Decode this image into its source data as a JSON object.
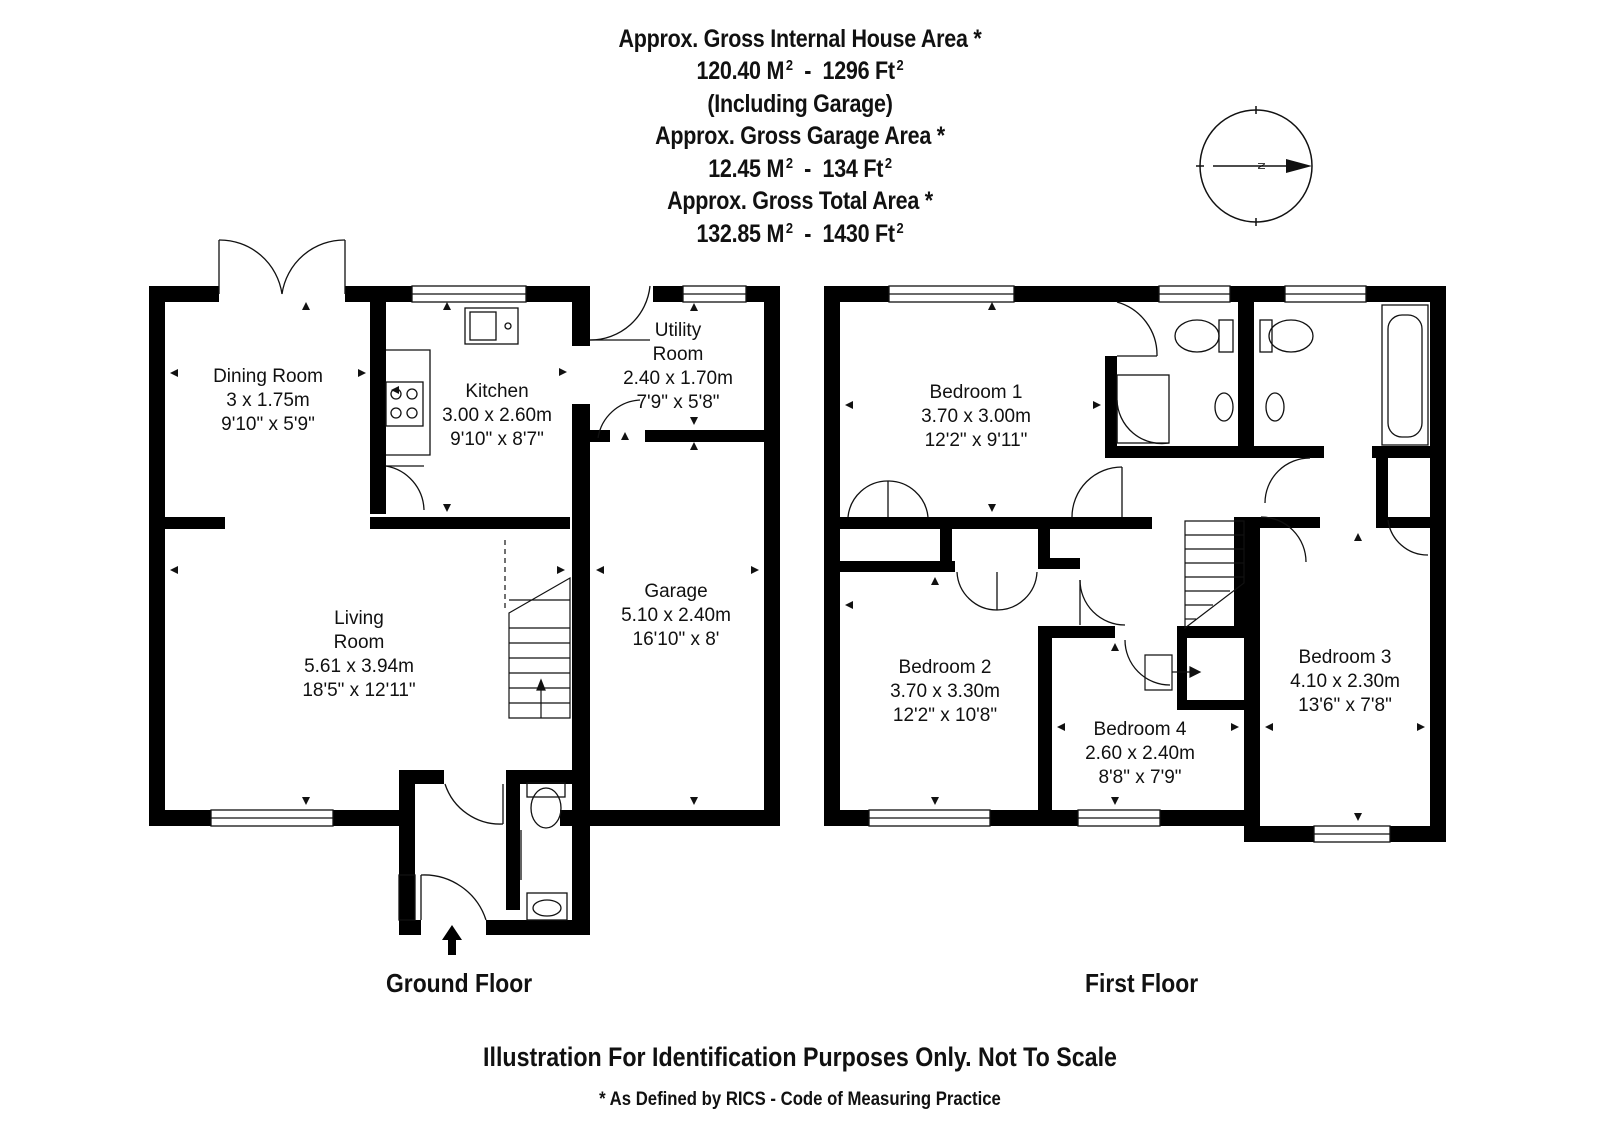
{
  "header": {
    "line1": "Approx. Gross Internal House Area *",
    "line2_metric": "120.40 M",
    "line2_sep": "-",
    "line2_imperial": "1296 Ft",
    "line3": "(Including Garage)",
    "line4": "Approx. Gross Garage Area *",
    "line5_metric": "12.45 M",
    "line5_sep": "-",
    "line5_imperial": "134 Ft",
    "line6": "Approx. Gross Total Area *",
    "line7_metric": "132.85 M",
    "line7_sep": "-",
    "line7_imperial": "1430 Ft",
    "sup": "2"
  },
  "compass": {
    "letter": "N"
  },
  "ground_floor": {
    "label": "Ground Floor",
    "rooms": {
      "dining": {
        "name": "Dining Room",
        "metric": "3 x 1.75m",
        "imperial": "9'10\" x 5'9\""
      },
      "kitchen": {
        "name": "Kitchen",
        "metric": "3.00 x 2.60m",
        "imperial": "9'10\" x 8'7\""
      },
      "utility": {
        "name1": "Utility",
        "name2": "Room",
        "metric": "2.40 x 1.70m",
        "imperial": "7'9\" x 5'8\""
      },
      "living": {
        "name1": "Living",
        "name2": "Room",
        "metric": "5.61 x 3.94m",
        "imperial": "18'5\" x 12'11\""
      },
      "garage": {
        "name": "Garage",
        "metric": "5.10 x 2.40m",
        "imperial": "16'10\" x 8'"
      }
    }
  },
  "first_floor": {
    "label": "First Floor",
    "rooms": {
      "bedroom1": {
        "name": "Bedroom 1",
        "metric": "3.70 x 3.00m",
        "imperial": "12'2\" x 9'11\""
      },
      "bedroom2": {
        "name": "Bedroom 2",
        "metric": "3.70 x 3.30m",
        "imperial": "12'2\" x 10'8\""
      },
      "bedroom3": {
        "name": "Bedroom 3",
        "metric": "4.10 x 2.30m",
        "imperial": "13'6\" x 7'8\""
      },
      "bedroom4": {
        "name": "Bedroom 4",
        "metric": "2.60 x 2.40m",
        "imperial": "8'8\" x 7'9\""
      }
    }
  },
  "footer": {
    "disclaimer": "Illustration For Identification Purposes Only. Not To Scale",
    "note": "* As Defined by RICS - Code of Measuring Practice"
  },
  "colors": {
    "wall": "#000000",
    "fixture": "#333333",
    "background": "#ffffff"
  }
}
